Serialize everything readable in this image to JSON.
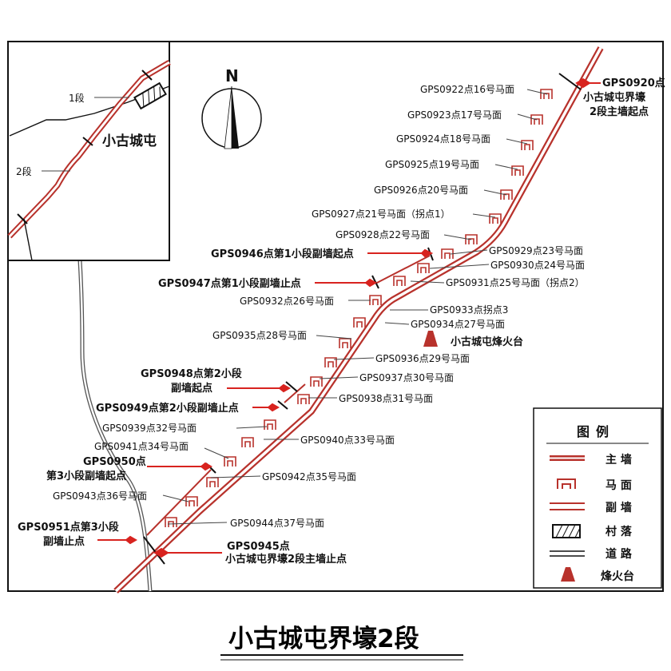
{
  "title": "小古城屯界壕2段",
  "compass": {
    "north_label": "N"
  },
  "colors": {
    "wall": "#b8322c",
    "leader": "#d8231f",
    "ink": "#111111",
    "road": "#555555"
  },
  "inset": {
    "seg1": "1段",
    "seg2": "2段",
    "village": "小古城屯"
  },
  "legend": {
    "title": "图例",
    "items": [
      {
        "icon": "main-wall-icon",
        "label": "主 墙"
      },
      {
        "icon": "horse-face-icon",
        "label": "马 面"
      },
      {
        "icon": "auxiliary-wall-icon",
        "label": "副 墙"
      },
      {
        "icon": "village-icon",
        "label": "村 落"
      },
      {
        "icon": "road-icon",
        "label": "道 路"
      },
      {
        "icon": "beacon-tower-icon",
        "label": "烽火台"
      }
    ]
  },
  "labels": {
    "gps0920_a": "GPS0920点",
    "gps0920_b": "小古城屯界壕",
    "gps0920_c": "2段主墙起点",
    "gps0922": "GPS0922点16号马面",
    "gps0923": "GPS0923点17号马面",
    "gps0924": "GPS0924点18号马面",
    "gps0925": "GPS0925点19号马面",
    "gps0926": "GPS0926点20号马面",
    "gps0927": "GPS0927点21号马面（拐点1）",
    "gps0928": "GPS0928点22号马面",
    "gps0929": "GPS0929点23号马面",
    "gps0930": "GPS0930点24号马面",
    "gps0931": "GPS0931点25号马面（拐点2）",
    "gps0946": "GPS0946点第1小段副墙起点",
    "gps0947": "GPS0947点第1小段副墙止点",
    "gps0932": "GPS0932点26号马面",
    "gps0933": "GPS0933点拐点3",
    "gps0934": "GPS0934点27号马面",
    "beacon": "小古城屯烽火台",
    "gps0935": "GPS0935点28号马面",
    "gps0936": "GPS0936点29号马面",
    "gps0948_a": "GPS0948点第2小段",
    "gps0948_b": "副墙起点",
    "gps0937": "GPS0937点30号马面",
    "gps0938": "GPS0938点31号马面",
    "gps0949": "GPS0949点第2小段副墙止点",
    "gps0939": "GPS0939点32号马面",
    "gps0940": "GPS0940点33号马面",
    "gps0941": "GPS0941点34号马面",
    "gps0950_a": "GPS0950点",
    "gps0950_b": "第3小段副墙起点",
    "gps0942": "GPS0942点35号马面",
    "gps0943": "GPS0943点36号马面",
    "gps0944": "GPS0944点37号马面",
    "gps0951_a": "GPS0951点第3小段",
    "gps0951_b": "副墙止点",
    "gps0945_a": "GPS0945点",
    "gps0945_b": "小古城屯界壕2段主墙止点"
  }
}
